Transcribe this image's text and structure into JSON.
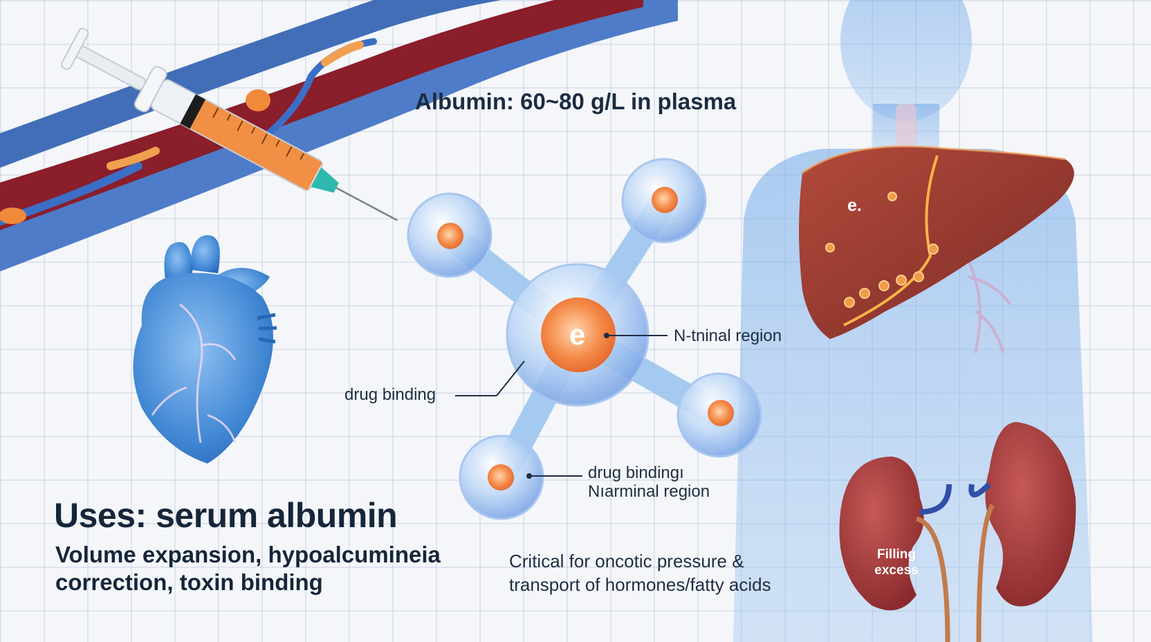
{
  "header": {
    "title": "Albumin: 60~80 g/L in plasma"
  },
  "uses": {
    "heading": "Uses: serum albumin",
    "line1": "Volume expansion, hypoalcumineia",
    "line2": "correction, toxin binding"
  },
  "note": {
    "line1": "Critical for oncotic pressure &",
    "line2": "transport of hormones/fatty acids"
  },
  "molecule": {
    "core_letter": "e",
    "label_n_terminal": "N-tninal region",
    "label_drug_binding": "drug binding",
    "label_drug_binding_2": "drug bindingı",
    "label_n_terminal_2": "Nıarminal region"
  },
  "liver": {
    "label": "e."
  },
  "kidney": {
    "line1": "Filling",
    "line2": "excess"
  },
  "colors": {
    "background": "#f4f6fa",
    "vessel": "#2f5fb0",
    "blood": "#8a1e2a",
    "heart": "#3d86d6",
    "liver": "#9a3b30",
    "kidney": "#a8393c",
    "syringe_fluid": "#f08a3a",
    "atom_core": "#f07a3a",
    "text": "#1b2a3c"
  },
  "icons": [
    "syringe-icon",
    "blood-vessel-icon",
    "heart-icon",
    "albumin-molecule-icon",
    "human-silhouette-icon",
    "liver-icon",
    "kidney-icon"
  ]
}
